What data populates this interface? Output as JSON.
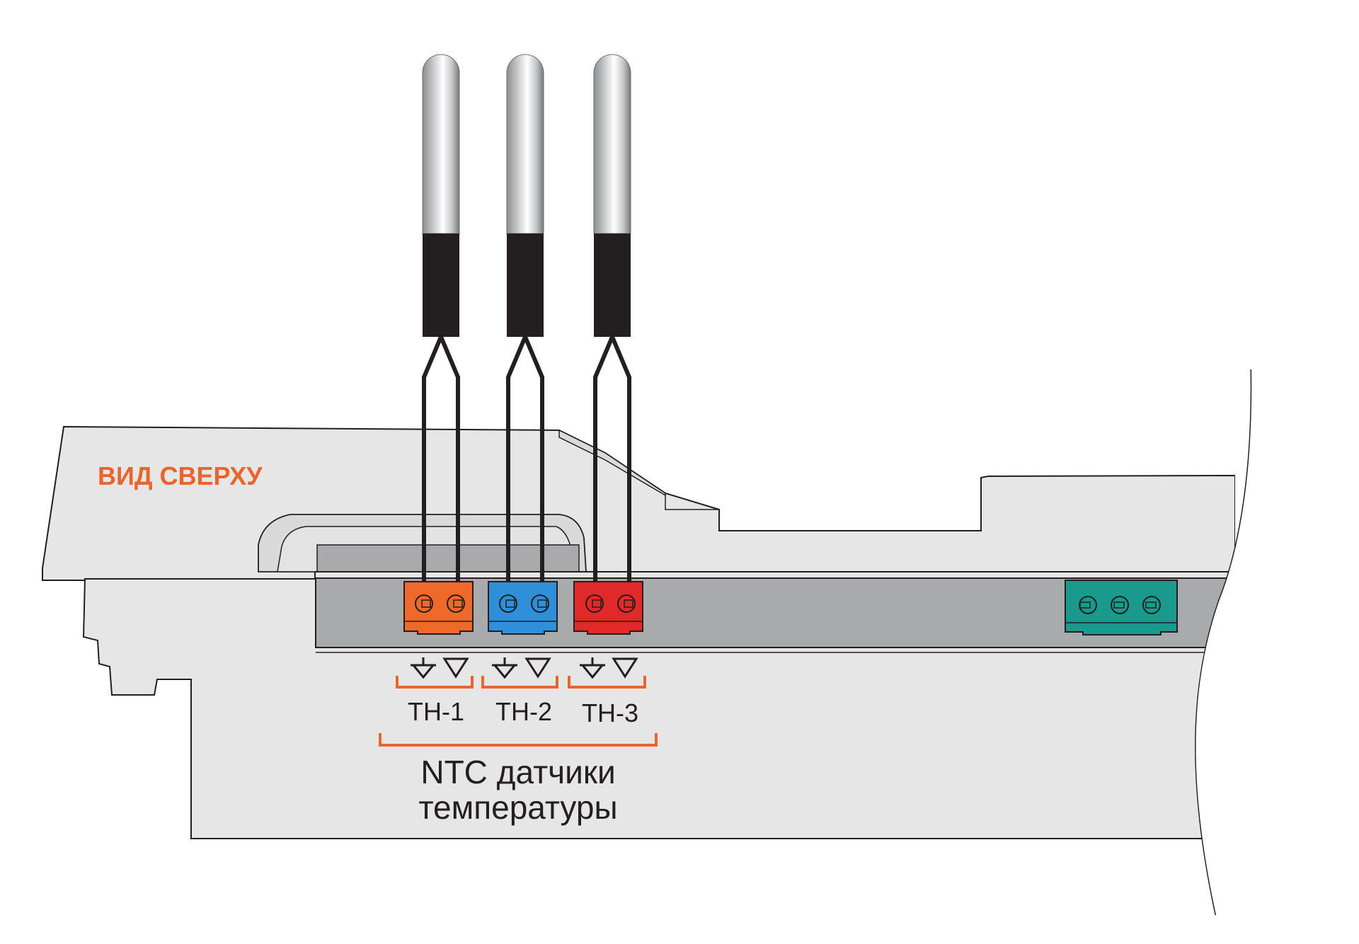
{
  "view_title": "ВИД СВЕРХУ",
  "sensors": [
    {
      "label": "TH-1",
      "color": "#ef6a2a"
    },
    {
      "label": "TH-2",
      "color": "#2f8fd8"
    },
    {
      "label": "TH-3",
      "color": "#e2292a"
    }
  ],
  "group_label_line1": "NTC датчики",
  "group_label_line2": "температуры",
  "colors": {
    "accent": "#e8662c",
    "housing": "#e6e6e7",
    "channel": "#a9aaac",
    "connector_extra": "#1a9a8c",
    "outline": "#231f20"
  }
}
